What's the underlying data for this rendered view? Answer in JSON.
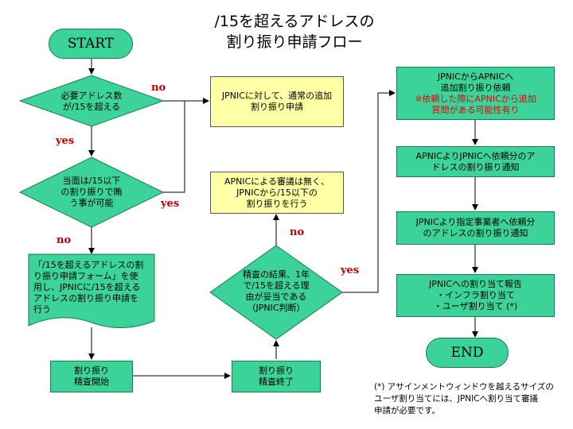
{
  "title": {
    "line1": "/15を超えるアドレスの",
    "line2": "割り振り申請フロー"
  },
  "start": "START",
  "end": "END",
  "decision1": {
    "line1": "必要アドレス数",
    "line2": "が/15を超える"
  },
  "decision2": {
    "line1": "当面は/15以下",
    "line2": "の割り振りで賄",
    "line3": "う事が可能"
  },
  "decision3": {
    "line1": "精査の結果、1年",
    "line2": "で/15を超える理",
    "line3": "由が妥当である",
    "line4": "（JPNIC判断）"
  },
  "box_normal": {
    "line1": "JPNICに対して、通常の追加",
    "line2": "割り振り申請"
  },
  "box_apnic_none": {
    "line1": "APNICによる審議は無く、",
    "line2": "JPNICから/15以下の",
    "line3": "割り振りを行う"
  },
  "form_box": {
    "line1": "「/15を超えるアドレスの割",
    "line2": "り振り申請フォーム」を使",
    "line3": "用し、JPNICに/15を超える",
    "line4": "アドレスの割り振り申請を",
    "line5": "行う"
  },
  "review_start": {
    "line1": "割り振り",
    "line2": "精査開始"
  },
  "review_end": {
    "line1": "割り振り",
    "line2": "精査終了"
  },
  "apnic_request": {
    "line1": "JPNICからAPNICへ",
    "line2": "追加割り振り依頼",
    "line3": "※依頼した際にAPNICから追加",
    "line4": "質問がある可能性有り"
  },
  "apnic_notify": {
    "line1": "APNICよりJPNICへ依頼分のア",
    "line2": "ドレスの割り振り通知"
  },
  "jpnic_notify": {
    "line1": "JPNICより指定事業者へ依頼分",
    "line2": "のアドレスの割り振り通知"
  },
  "report": {
    "line1": "JPNICへの割り当て報告",
    "line2": "・インフラ割り当て",
    "line3": "・ユーザ割り当て (*)"
  },
  "labels": {
    "no1": "no",
    "yes1": "yes",
    "yes2": "yes",
    "no2": "no",
    "no3": "no",
    "yes3": "yes"
  },
  "footnote": {
    "line1": "(*) アサインメントウィンドウを越えるサイズの",
    "line2": "ユーザ割り当てには、JPNICへ割り当て審議",
    "line3": "申請が必要です。"
  },
  "colors": {
    "node_fill": "#3bd39a",
    "box_fill": "#ffffa6",
    "label": "#c00000",
    "warning": "#e60000"
  }
}
